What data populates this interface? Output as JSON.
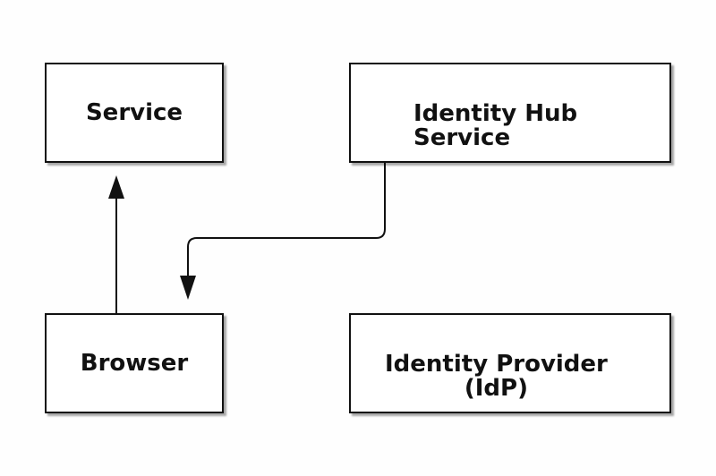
{
  "diagram": {
    "nodes": {
      "service": {
        "label": "Service"
      },
      "identity_hub": {
        "line1": "Identity Hub",
        "line2": "Service"
      },
      "browser": {
        "label": "Browser"
      },
      "idp": {
        "line1": "Identity Provider",
        "line2": "(IdP)"
      }
    },
    "edges": [
      {
        "from": "browser",
        "to": "service"
      },
      {
        "from": "identity_hub",
        "to": "browser"
      }
    ],
    "colors": {
      "stroke": "#111111",
      "box_fill": "#ffffff",
      "background": "#fefefe"
    }
  }
}
